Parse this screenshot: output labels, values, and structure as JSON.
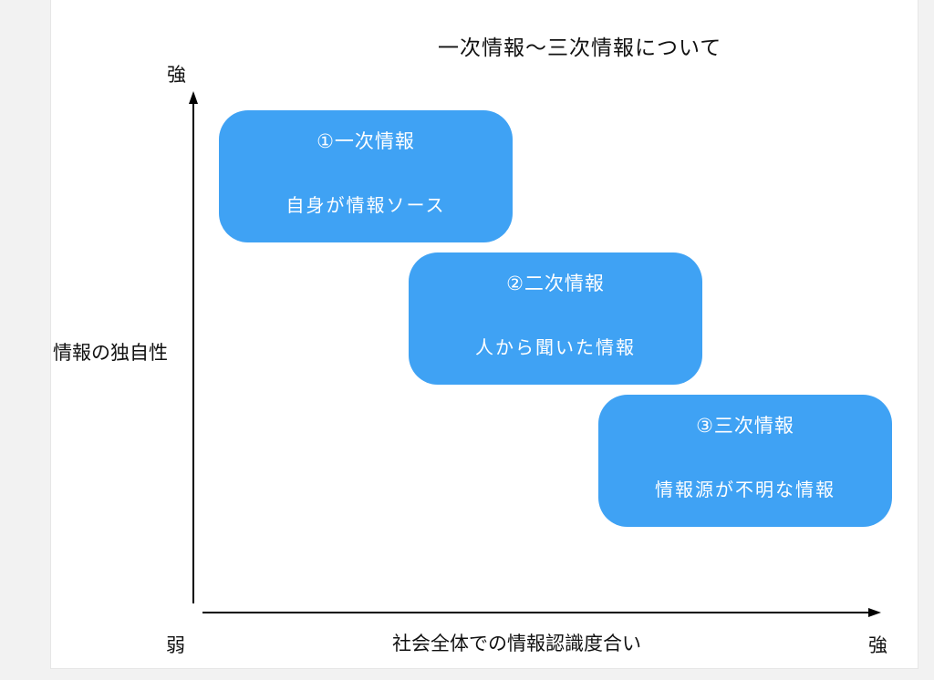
{
  "title": "一次情報〜三次情報について",
  "axes": {
    "y_label": "情報の独自性",
    "y_top": "強",
    "x_label": "社会全体での情報認識度合い",
    "x_left": "弱",
    "x_right": "強"
  },
  "colors": {
    "box_fill": "#3fa2f4",
    "box_text": "#ffffff",
    "axis": "#000000"
  },
  "boxes": [
    {
      "heading": "①一次情報",
      "text": "自身が情報ソース"
    },
    {
      "heading": "②二次情報",
      "text": "人から聞いた情報"
    },
    {
      "heading": "③三次情報",
      "text": "情報源が不明な情報"
    }
  ]
}
